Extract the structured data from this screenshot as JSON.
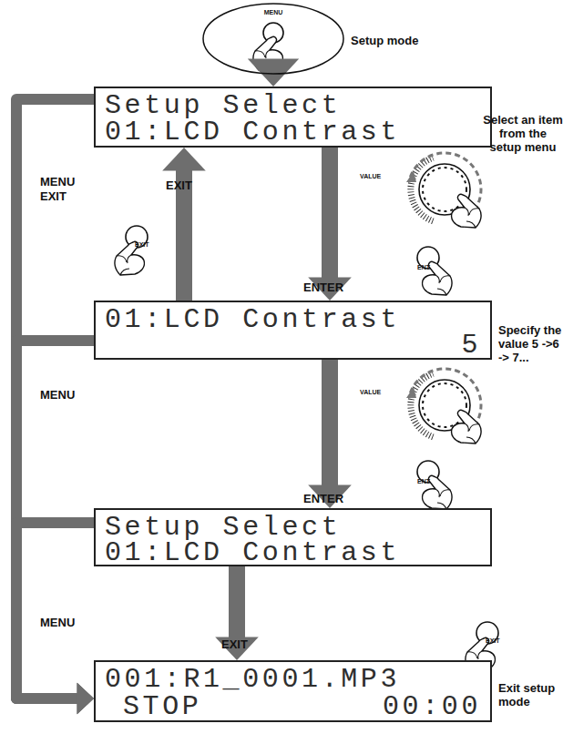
{
  "diagram": {
    "nodes": [
      {
        "text": [
          "MENU"
        ]
      },
      {
        "text": [
          "Setup Select",
          "01:LCD Contrast"
        ]
      },
      {
        "text": [
          "01:LCD Contrast",
          "5"
        ]
      },
      {
        "text": [
          "Setup Select",
          "01:LCD Contrast"
        ]
      },
      {
        "text": [
          "001:R1_0001.MP3",
          "STOP",
          "00:00"
        ]
      }
    ],
    "edges": [
      {
        "from": 0,
        "to": 1,
        "arrow": "to"
      },
      {
        "from": 1,
        "to": 2,
        "arrow": "to",
        "label": "ENTER"
      },
      {
        "from": 2,
        "to": 1,
        "arrow": "to",
        "label": "EXIT"
      },
      {
        "from": 2,
        "to": 3,
        "arrow": "to",
        "label": "ENTER"
      },
      {
        "from": 3,
        "to": 4,
        "arrow": "to",
        "label": "EXIT"
      },
      {
        "from": 1,
        "to": 4,
        "arrow": "to",
        "label": "MENU EXIT"
      },
      {
        "from": 2,
        "to": 4,
        "arrow": "to",
        "label": "MENU"
      },
      {
        "from": 3,
        "to": 4,
        "arrow": "to",
        "label": "MENU"
      }
    ],
    "labels": [
      "Setup mode",
      "Select an item from the setup menu",
      "VALUE",
      "ENT",
      "EXIT",
      "Specify the value 5 ->6 -> 7...",
      "VALUE",
      "ENT",
      "EXIT",
      "Exit setup mode"
    ]
  }
}
